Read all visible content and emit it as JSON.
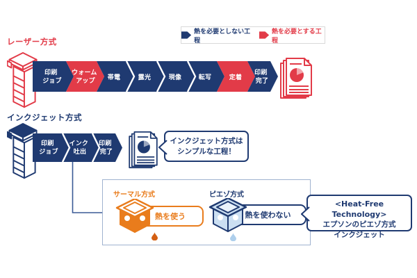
{
  "colors": {
    "navy": "#1f3a71",
    "red": "#e23b48",
    "orange": "#e97c1c",
    "orange_drop": "#d45f13",
    "light_blue": "#cbdff2",
    "pale_blue_drop": "#aecfec",
    "detail_box_border": "#9fb2cf"
  },
  "legend": {
    "no_heat_label": "熱を必要としない工程",
    "heat_label": "熱を必要とする工程"
  },
  "laser": {
    "title": "レーザー方式",
    "steps": [
      {
        "line1": "印刷",
        "line2": "ジョブ",
        "heat": false
      },
      {
        "line1": "ウォーム",
        "line2": "アップ",
        "heat": true
      },
      {
        "line1": "帯電",
        "heat": false
      },
      {
        "line1": "露光",
        "heat": false
      },
      {
        "line1": "現像",
        "heat": false
      },
      {
        "line1": "転写",
        "heat": false
      },
      {
        "line1": "定着",
        "heat": true
      },
      {
        "line1": "印刷",
        "line2": "完了",
        "heat": false
      }
    ]
  },
  "inkjet": {
    "title": "インクジェット方式",
    "steps": [
      {
        "line1": "印刷",
        "line2": "ジョブ",
        "heat": false
      },
      {
        "line1": "インク",
        "line2": "吐出",
        "heat": false
      },
      {
        "line1": "印刷",
        "line2": "完了",
        "heat": false
      }
    ],
    "bubble": {
      "line1": "インクジェット方式は",
      "line2": "シンプルな工程！"
    }
  },
  "methods": {
    "thermal": {
      "title": "サーマル方式",
      "label": "熱を使う"
    },
    "piezo": {
      "title": "ピエゾ方式",
      "label": "熱を使わない"
    },
    "bubble": {
      "line1": "<Heat-Free Technology>",
      "line2": "エプソンのピエゾ方式",
      "line3": "インクジェット"
    }
  }
}
